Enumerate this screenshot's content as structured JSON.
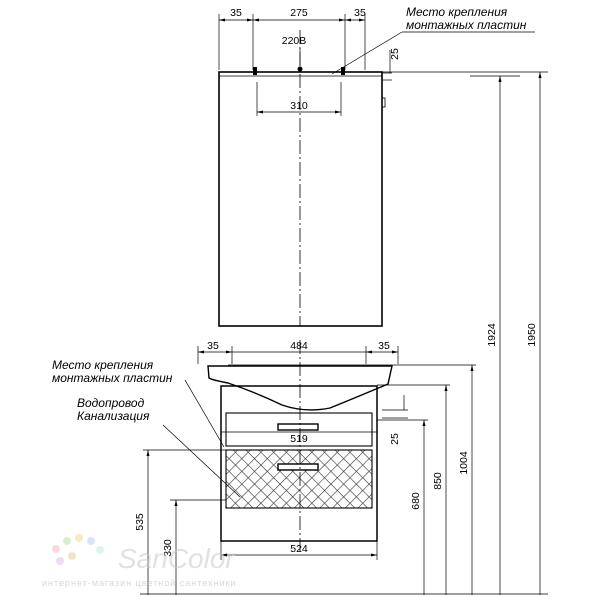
{
  "drawing": {
    "notes": {
      "mount_top": [
        "Место крепления",
        "монтажных пластин"
      ],
      "mount_left": [
        "Место крепления",
        "монтажных пластин"
      ],
      "water": [
        "Водопровод",
        "Канализация"
      ]
    },
    "dims": {
      "top_35_left": "35",
      "top_275": "275",
      "top_35_right": "35",
      "socket": "220В",
      "top_25": "25",
      "top_310": "310",
      "mid_35_left": "35",
      "mid_484": "484",
      "mid_35_right": "35",
      "w_519": "519",
      "v_25": "25",
      "w_524": "524",
      "h_535": "535",
      "h_330": "330",
      "h_680": "680",
      "h_850": "850",
      "h_1004": "1004",
      "h_1924": "1924",
      "h_1950": "1950"
    }
  },
  "watermark": {
    "brand": "SanColor",
    "tagline": "интернет-магазин цветной сантехники",
    "dot_colors": [
      "#f2b8c8",
      "#bfe0a8",
      "#f5d890",
      "#b8d0f0",
      "#e0c0e8",
      "#f0c8a0",
      "#c8e8e0"
    ]
  }
}
